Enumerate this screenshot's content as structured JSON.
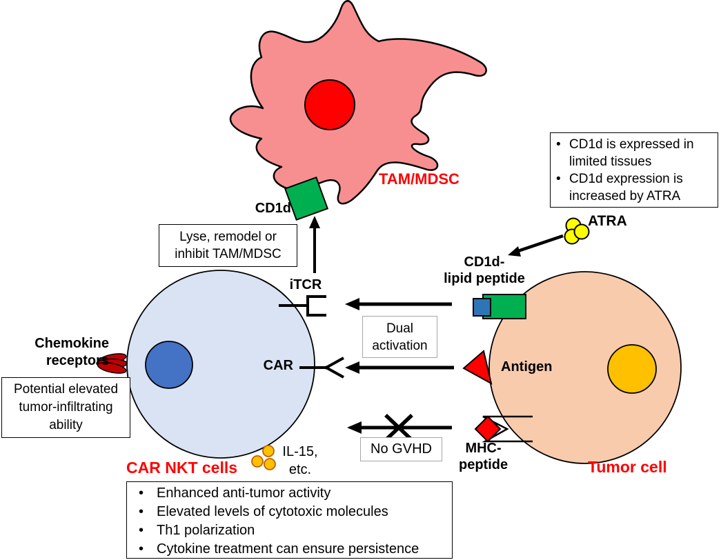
{
  "labels": {
    "tam_mdsc": "TAM/MDSC",
    "cd1d": "CD1d",
    "itcr": "iTCR",
    "car": "CAR",
    "atra": "ATRA",
    "cd1d_lipid_peptide": "CD1d-\nlipid peptide",
    "antigen": "Antigen",
    "mhc_peptide": "MHC-\npeptide",
    "tumor_cell": "Tumor cell",
    "chemokine_receptors": "Chemokine\nreceptors",
    "car_nkt_cells": "CAR NKT cells",
    "il15": "IL-15,\netc."
  },
  "boxes": {
    "lyse": "Lyse, remodel or\ninhibit TAM/MDSC",
    "dual_activation": "Dual\nactivation",
    "no_gvhd": "No GVHD",
    "tumor_infiltrating": "Potential elevated\ntumor-infiltrating\nability",
    "cd1d_info": {
      "items": [
        "CD1d is expressed in limited tissues",
        "CD1d expression is increased by ATRA"
      ]
    },
    "nkt_benefits": {
      "items": [
        "Enhanced anti-tumor activity",
        "Elevated levels of cytotoxic molecules",
        "Th1 polarization",
        "Cytokine treatment can ensure persistence"
      ]
    }
  },
  "colors": {
    "tam_cell": "#F78F91",
    "tam_nucleus": "#FF0000",
    "nkt_cell": "#DAE3F3",
    "nkt_nucleus": "#4472C4",
    "tumor_cell_fill": "#F8CBAD",
    "tumor_nucleus": "#FFC000",
    "cd1d_green": "#00B050",
    "lipid_blue": "#2E75B6",
    "antigen_red": "#FF0000",
    "mhc_diamond_red": "#FF0000",
    "chemokine_dark_red": "#C00000",
    "atra_yellow": "#FFFF00",
    "il15_orange": "#FFC000",
    "red_label": "#FF0000"
  }
}
